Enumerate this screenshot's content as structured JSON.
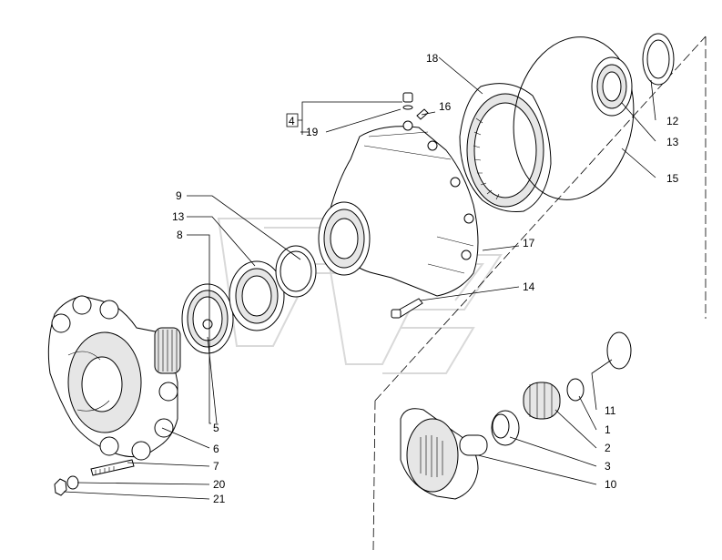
{
  "diagram": {
    "callouts": {
      "c1": "1",
      "c2": "2",
      "c3": "3",
      "c4": "4",
      "c5": "5",
      "c6": "6",
      "c7": "7",
      "c8": "8",
      "c9": "9",
      "c10": "10",
      "c11": "11",
      "c12": "12",
      "c13a": "13",
      "c13b": "13",
      "c14": "14",
      "c15": "15",
      "c16": "16",
      "c17": "17",
      "c18": "18",
      "c19": "19",
      "c20": "20",
      "c21": "21"
    }
  }
}
